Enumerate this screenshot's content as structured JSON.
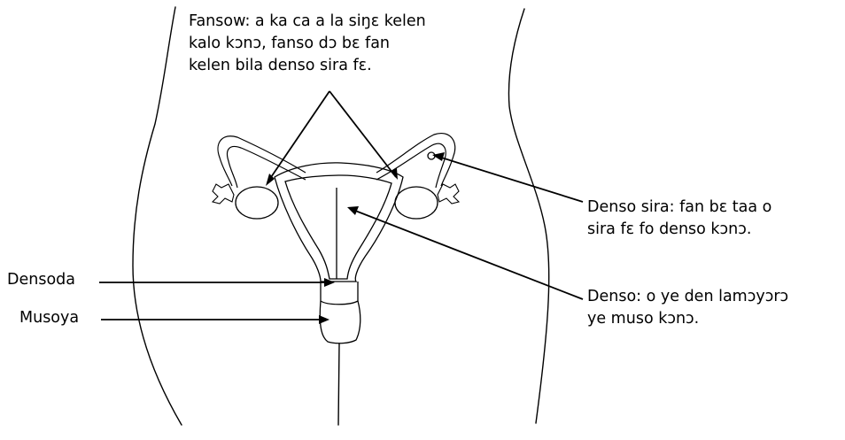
{
  "labels": {
    "fansow": {
      "lines": [
        "Fansow: a ka ca a la siŋɛ kelen",
        "kalo kɔnɔ, fanso dɔ bɛ fan",
        "kelen bila denso sira fɛ."
      ]
    },
    "denso_sira": {
      "lines": [
        "Denso sira: fan bɛ taa o",
        "sira fɛ fo denso kɔnɔ."
      ]
    },
    "denso": {
      "lines": [
        "Denso: o ye den lamɔyɔrɔ",
        "ye muso kɔnɔ."
      ]
    },
    "densoda": "Densoda",
    "musoya": "Musoya"
  },
  "colors": {
    "ink": "#000000",
    "background": "#ffffff"
  }
}
